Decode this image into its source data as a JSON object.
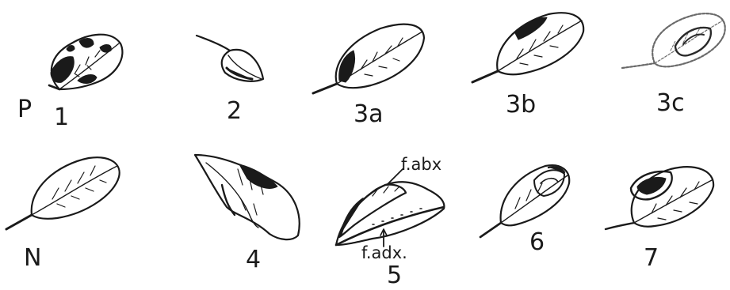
{
  "labels": {
    "p": "P",
    "n": "N",
    "one": "1",
    "two": "2",
    "three_a": "3a",
    "three_b": "3b",
    "three_c": "3c",
    "four": "4",
    "five": "5",
    "six": "6",
    "seven": "7",
    "f_abx": "f.abx",
    "f_adx": "f.adx."
  },
  "colors": {
    "ink": "#1a1a1a",
    "paper": "#ffffff"
  }
}
